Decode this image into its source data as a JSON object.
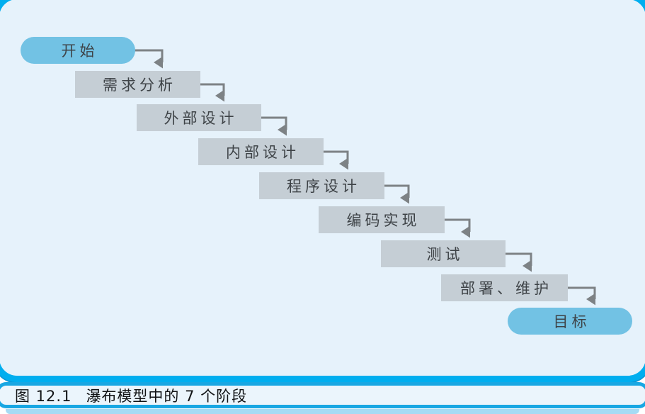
{
  "figure": {
    "caption_label": "图 12.1",
    "caption_title": "瀑布模型中的 7 个阶段"
  },
  "diagram": {
    "type": "waterfall-flow",
    "stages": [
      {
        "label": "开始",
        "shape": "pill"
      },
      {
        "label": "需求分析",
        "shape": "box"
      },
      {
        "label": "外部设计",
        "shape": "box"
      },
      {
        "label": "内部设计",
        "shape": "box"
      },
      {
        "label": "程序设计",
        "shape": "box"
      },
      {
        "label": "编码实现",
        "shape": "box"
      },
      {
        "label": "测试",
        "shape": "box"
      },
      {
        "label": "部署、维护",
        "shape": "box"
      },
      {
        "label": "目标",
        "shape": "pill"
      }
    ],
    "connections": [
      {
        "from": "开始",
        "to": "需求分析"
      },
      {
        "from": "需求分析",
        "to": "外部设计"
      },
      {
        "from": "外部设计",
        "to": "内部设计"
      },
      {
        "from": "内部设计",
        "to": "程序设计"
      },
      {
        "from": "程序设计",
        "to": "编码实现"
      },
      {
        "from": "编码实现",
        "to": "测试"
      },
      {
        "from": "测试",
        "to": "部署、维护"
      },
      {
        "from": "部署、维护",
        "to": "目标"
      }
    ]
  },
  "colors": {
    "panel_border": "#00AEEF",
    "panel_fill": "#E6F2FB",
    "caption_fill": "#EBF5FC",
    "caption_border": "#18A7E3",
    "stage_fill": "#C5CED5",
    "terminal_fill": "#72C2E4",
    "arrow": "#7D8285",
    "text": "#3E4347"
  }
}
